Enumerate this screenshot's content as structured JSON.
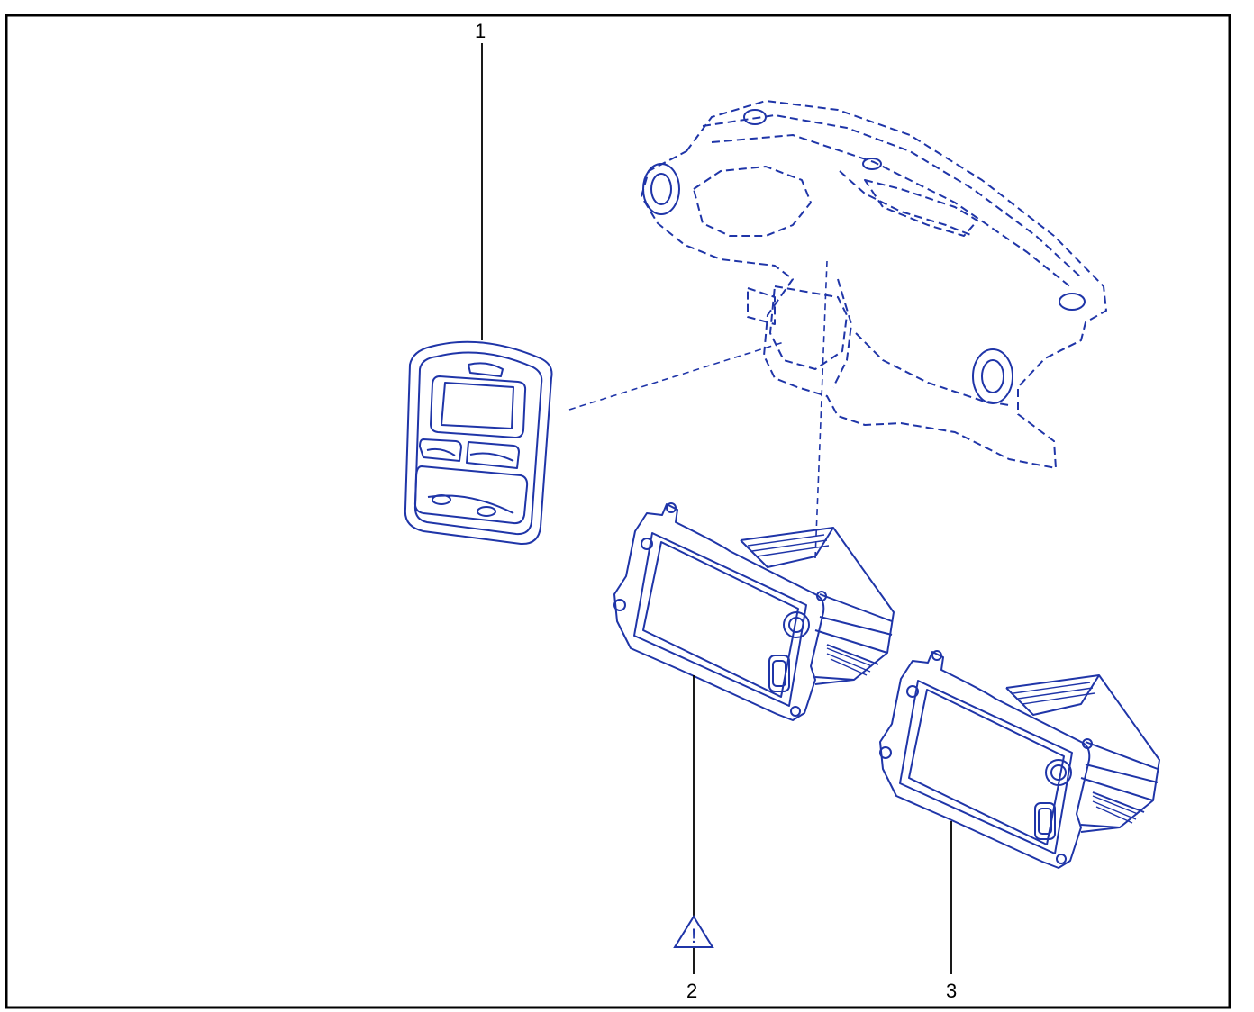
{
  "diagram": {
    "callouts": [
      {
        "label": "1",
        "part": "control-panel-bezel"
      },
      {
        "label": "2",
        "part": "multimedia-display-unit"
      },
      {
        "label": "3",
        "part": "multimedia-display-unit-alternate"
      }
    ],
    "warning_symbol": "!",
    "colors": {
      "frame": "#000000",
      "linework": "#1f35a8",
      "leader": "#000000",
      "background": "#ffffff"
    }
  }
}
